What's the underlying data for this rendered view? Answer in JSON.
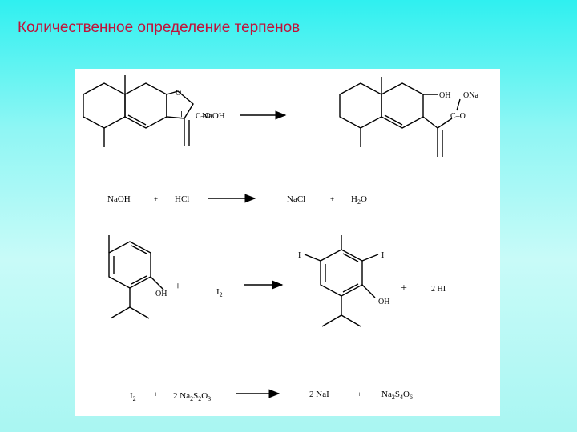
{
  "title": "Количественное определение терпенов",
  "reaction1": {
    "left_labels": {
      "o": "O",
      "co": "C–O"
    },
    "plus": "+",
    "reagent": "NaOH",
    "right_labels": {
      "oh": "OH",
      "ona": "ONa",
      "co": "C–O"
    }
  },
  "reaction2": {
    "r1": "NaOH",
    "plus1": "+",
    "r2": "HCl",
    "p1": "NaCl",
    "plus2": "+",
    "p2_main": "H",
    "p2_sub": "2",
    "p2_tail": "O"
  },
  "reaction3": {
    "left_oh": "OH",
    "plus1": "+",
    "iodine_main": "I",
    "iodine_sub": "2",
    "prod_i_left": "I",
    "prod_i_right": "I",
    "prod_oh": "OH",
    "plus2": "+",
    "byproduct": "2 HI"
  },
  "reaction4": {
    "r1_main": "I",
    "r1_sub": "2",
    "plus1": "+",
    "r2_coef": "2 Na",
    "r2_sub1": "2",
    "r2_s": "S",
    "r2_sub2": "2",
    "r2_o": "O",
    "r2_sub3": "3",
    "p1": "2 NaI",
    "plus2": "+",
    "p2_na": "Na",
    "p2_sub1": "2",
    "p2_s": "S",
    "p2_sub2": "4",
    "p2_o": "O",
    "p2_sub3": "6"
  }
}
